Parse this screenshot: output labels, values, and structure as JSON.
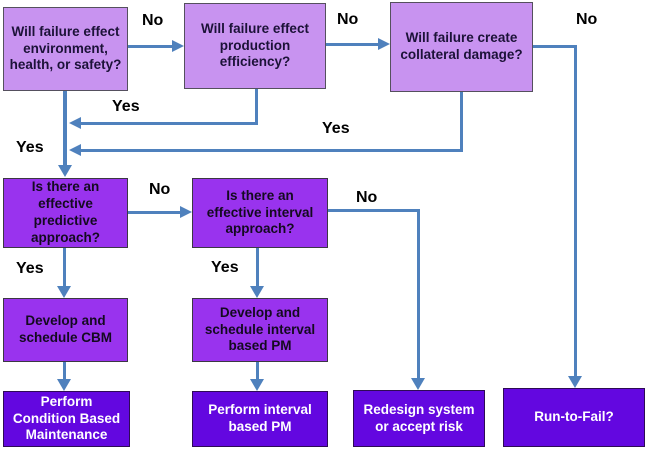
{
  "flowchart": {
    "questions": {
      "safety": "Will failure effect environment, health, or safety?",
      "production": "Will failure effect production efficiency?",
      "collateral": "Will failure create collateral damage?",
      "predictive": "Is there an effective predictive approach?",
      "interval": "Is there an effective interval approach?"
    },
    "actions": {
      "develop_cbm": "Develop and schedule CBM",
      "develop_interval_pm": "Develop and schedule interval based PM"
    },
    "outcomes": {
      "perform_cbm": "Perform Condition Based Maintenance",
      "perform_interval_pm": "Perform interval based PM",
      "redesign": "Redesign system or accept risk",
      "run_to_fail": "Run-to-Fail?"
    },
    "edge_labels": {
      "no_safety": "No",
      "no_production": "No",
      "no_collateral": "No",
      "no_predictive": "No",
      "no_interval": "No",
      "yes_safety": "Yes",
      "yes_production": "Yes",
      "yes_collateral": "Yes",
      "yes_predictive": "Yes",
      "yes_interval": "Yes"
    },
    "colors": {
      "question_light_fill": "#c893f0",
      "question_mid_fill": "#9933ee",
      "outcome_dark_fill": "#6307e0",
      "connector_blue": "#4f81bd",
      "question_text": "#1c1238",
      "outcome_text": "#ffffff",
      "edge_label_text": "#000000"
    }
  }
}
